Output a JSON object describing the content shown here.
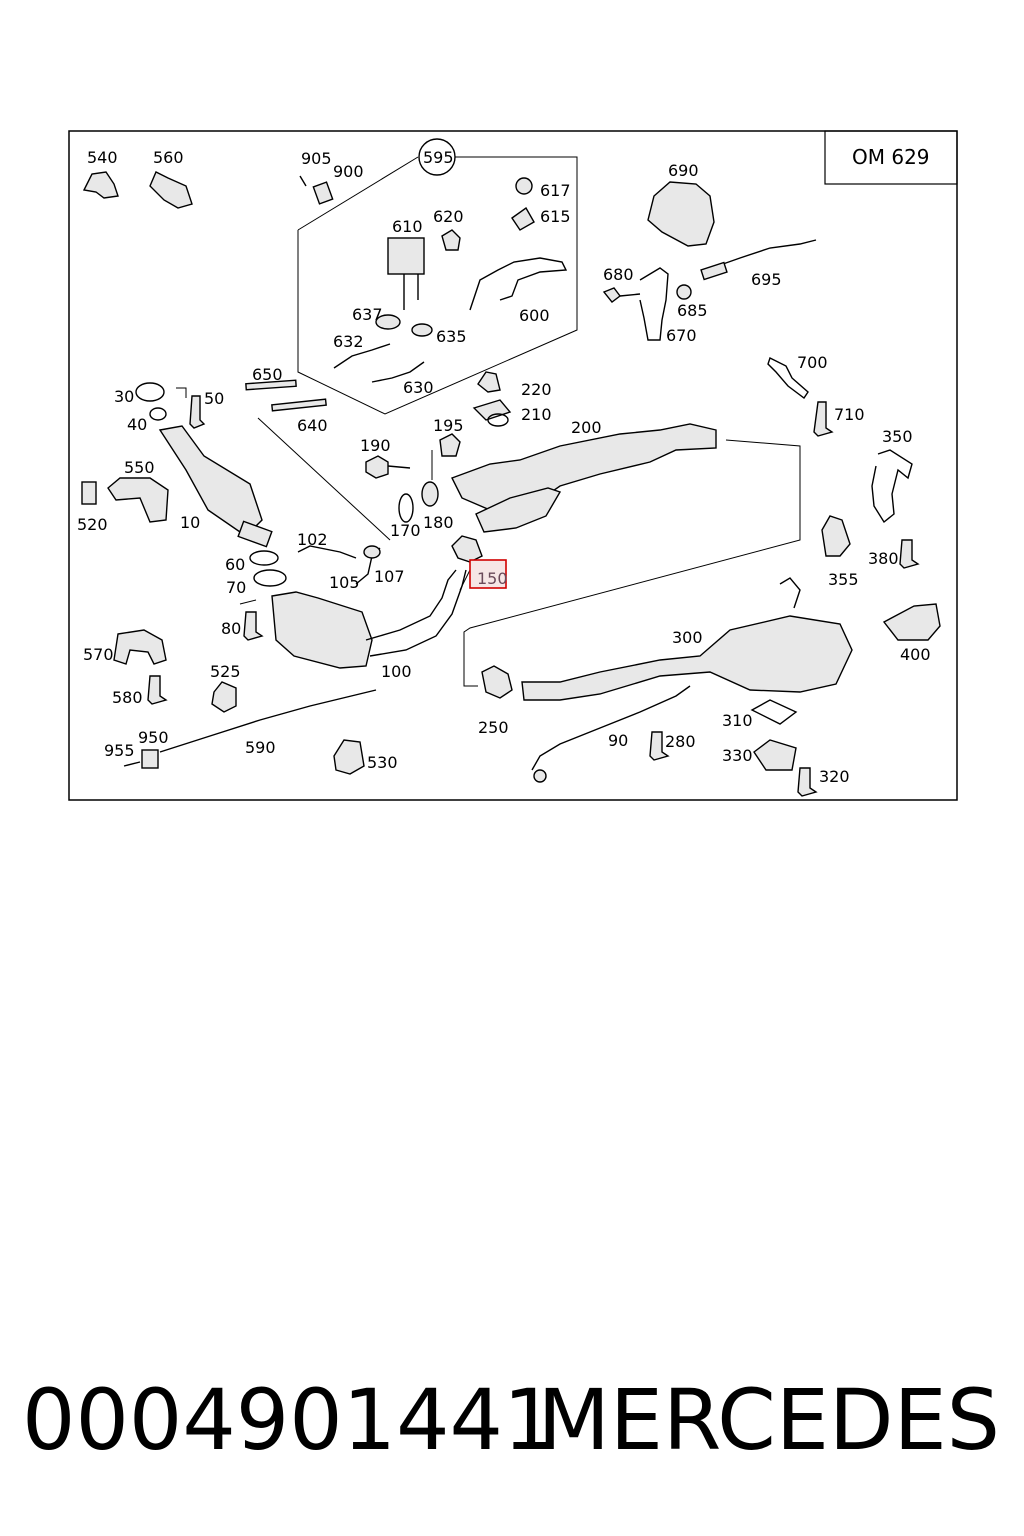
{
  "diagram": {
    "engine_code": "OM 629",
    "highlighted_part": "150",
    "labels": {
      "l540": "540",
      "l560": "560",
      "l905": "905",
      "l900": "900",
      "l595": "595",
      "l617": "617",
      "l615": "615",
      "l610": "610",
      "l620": "620",
      "l690": "690",
      "l680": "680",
      "l695": "695",
      "l685": "685",
      "l670": "670",
      "l637": "637",
      "l635": "635",
      "l600": "600",
      "l632": "632",
      "l630": "630",
      "l700": "700",
      "l650": "650",
      "l220": "220",
      "l210": "210",
      "l30": "30",
      "l50": "50",
      "l40": "40",
      "l640": "640",
      "l195": "195",
      "l190": "190",
      "l200": "200",
      "l710": "710",
      "l350": "350",
      "l550": "550",
      "l10": "10",
      "l520": "520",
      "l170": "170",
      "l180": "180",
      "l102": "102",
      "l60": "60",
      "l105": "105",
      "l107": "107",
      "l150": "150",
      "l70": "70",
      "l380": "380",
      "l355": "355",
      "l80": "80",
      "l300": "300",
      "l400": "400",
      "l570": "570",
      "l525": "525",
      "l100": "100",
      "l580": "580",
      "l310": "310",
      "l250": "250",
      "l950": "950",
      "l590": "590",
      "l90": "90",
      "l280": "280",
      "l955": "955",
      "l330": "330",
      "l530": "530",
      "l320": "320"
    }
  },
  "footer": {
    "part_number": "0004901441",
    "brand": "MERCEDES"
  }
}
